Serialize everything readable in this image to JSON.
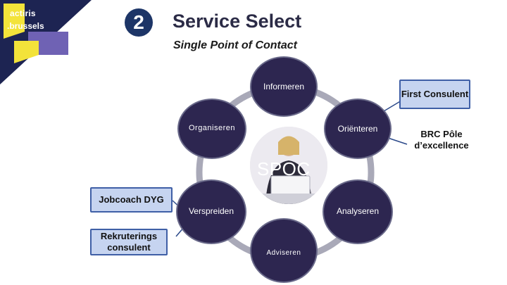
{
  "logo": {
    "line1": "actiris",
    "line2": ".brussels"
  },
  "header": {
    "step_number": "2",
    "title": "Service Select",
    "subtitle": "Single Point of Contact"
  },
  "diagram": {
    "center_label": "SPOC",
    "nodes": {
      "informeren": "Informeren",
      "orienteren": "Oriënteren",
      "organiseren": "Organiseren",
      "verspreiden": "Verspreiden",
      "analyseren": "Analyseren",
      "adviseren": "Adviseren"
    },
    "boxes": {
      "first": "First Consulent",
      "brc": "BRC Pôle d’excellence",
      "jobcoach": "Jobcoach DYG",
      "rekruterings": "Rekruterings consulent"
    }
  },
  "colors": {
    "node_fill": "#2d2650",
    "ring": "#a9a9b8",
    "box_fill": "#c6d4f0",
    "box_border": "#3f5fa6",
    "corner_dark": "#1d2452",
    "corner_purple": "#6f62b4",
    "corner_yellow": "#f3e33a"
  }
}
